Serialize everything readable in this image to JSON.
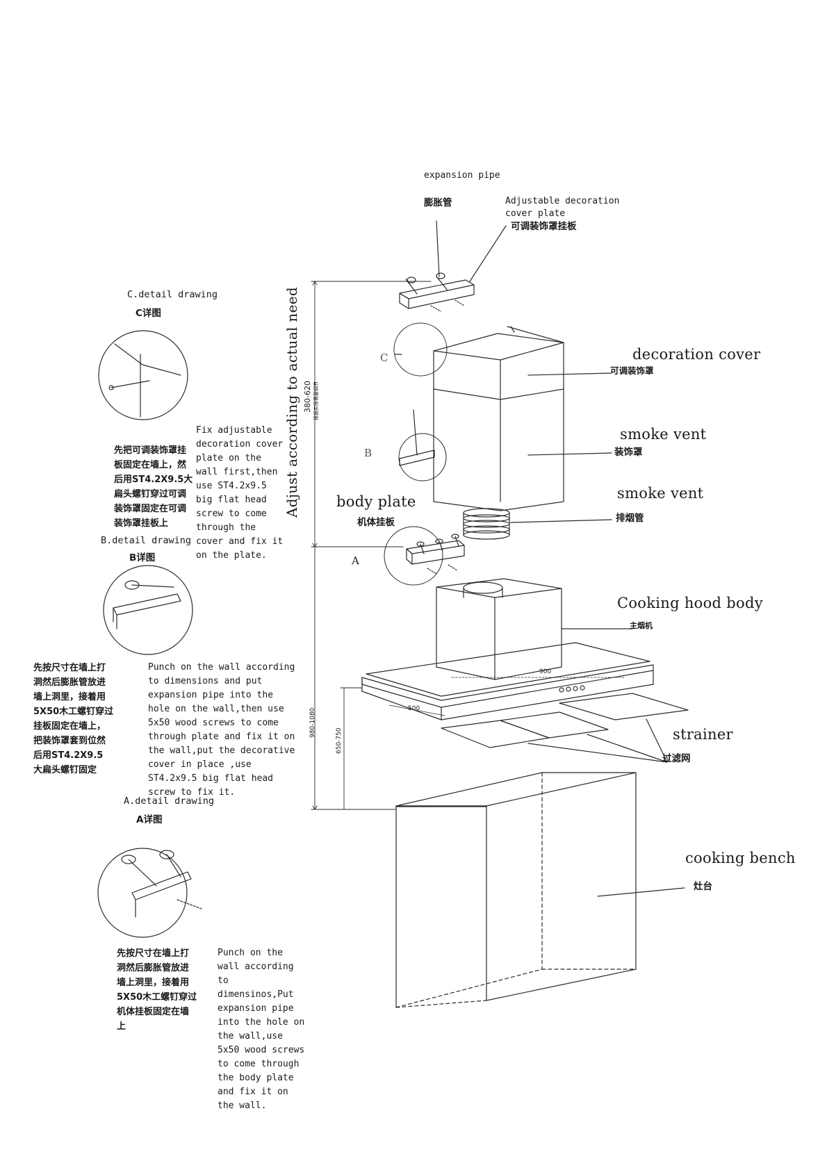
{
  "labels": {
    "expansion_pipe_en": "expansion pipe",
    "expansion_pipe_cn": "膨胀管",
    "adj_plate_en": "Adjustable decoration\ncover plate",
    "adj_plate_cn": "可调装饰罩挂板",
    "decoration_cover_en": "decoration cover",
    "decoration_cover_cn": "可调装饰罩",
    "smoke_vent1_en": "smoke vent",
    "smoke_vent1_cn": "装饰罩",
    "smoke_vent2_en": "smoke vent",
    "smoke_vent2_cn": "排烟管",
    "body_plate_en": "body plate",
    "body_plate_cn": "机体挂板",
    "hood_body_en": "Cooking hood body",
    "hood_body_cn": "主烟机",
    "strainer_en": "strainer",
    "strainer_cn": "过滤网",
    "cooking_bench_en": "cooking bench",
    "cooking_bench_cn": "灶台",
    "adjust_vertical": "Adjust according to actual need",
    "letter_a": "A",
    "letter_b": "B",
    "letter_c": "C"
  },
  "details": {
    "c_title_en": "C.detail drawing",
    "c_title_cn": "C详图",
    "c_text_cn": "先把可调装饰罩挂\n板固定在墙上，然\n后用ST4.2X9.5大\n扁头螺钉穿过可调\n装饰罩固定在可调\n装饰罩挂板上",
    "c_text_en": "Fix adjustable\ndecoration cover\nplate on the\nwall first,then\nuse ST4.2x9.5\nbig flat head\nscrew to come\nthrough the\ncover and fix it\non the plate.",
    "b_title_en": "B.detail drawing",
    "b_title_cn": "B详图",
    "b_text_cn": "先按尺寸在墙上打\n洞然后膨胀管放进\n墙上洞里，接着用\n5X50木工螺钉穿过\n挂板固定在墙上，\n把装饰罩套到位然\n后用ST4.2X9.5\n大扁头螺钉固定",
    "b_text_en": "Punch on the wall according\nto dimensions and put\nexpansion pipe into the\nhole on the wall,then use\n5x50 wood screws to come\nthrough plate and fix it on\nthe wall,put the decorative\ncover in place ,use\nST4.2x9.5 big flat head\nscrew to fix it.",
    "a_title_en": "A.detail drawing",
    "a_title_cn": "A详图",
    "a_text_cn": "先按尺寸在墙上打\n洞然后膨胀管放进\n墙上洞里，接着用\n5X50木工螺钉穿过\n机体挂板固定在墙\n上",
    "a_text_en": "Punch on the\nwall according\nto\ndimensinos,Put\nexpansion pipe\ninto the hole on\nthe wall,use\n5x50 wood screws\nto come through\nthe body plate\nand fix it on\nthe wall."
  },
  "dimensions": {
    "d_380_620": "380-620",
    "d_380_620_note": "根据实际需要调节",
    "d_980_1080": "980-1080",
    "d_650_750": "650-750",
    "d_900": "900",
    "d_500": "500"
  }
}
